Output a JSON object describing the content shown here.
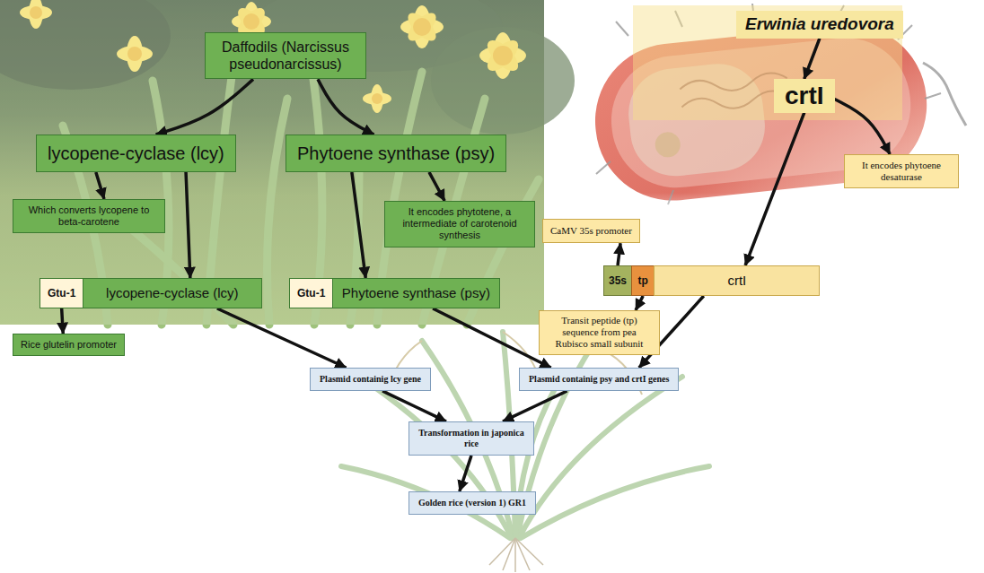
{
  "diagram": {
    "nodes": [
      {
        "text": [
          "Daffodils (Narcissus pseudonarcissus)"
        ]
      },
      {
        "text": [
          "lycopene-cyclase (lcy)"
        ]
      },
      {
        "text": [
          "Phytoene synthase (psy)"
        ]
      },
      {
        "text": [
          "Which converts lycopene to beta-carotene"
        ]
      },
      {
        "text": [
          "It encodes phytotene, a intermediate of carotenoid synthesis"
        ]
      },
      {
        "text": [
          "Gtu-1"
        ]
      },
      {
        "text": [
          "lycopene-cyclase (lcy)"
        ]
      },
      {
        "text": [
          "Gtu-1"
        ]
      },
      {
        "text": [
          "Phytoene synthase (psy)"
        ]
      },
      {
        "text": [
          "Rice glutelin promoter"
        ]
      },
      {
        "text": [
          "Erwinia uredovora"
        ]
      },
      {
        "text": [
          "crtI"
        ]
      },
      {
        "text": [
          "It encodes phytoene desaturase"
        ]
      },
      {
        "text": [
          "CaMV 35s promoter"
        ]
      },
      {
        "text": [
          "35s"
        ]
      },
      {
        "text": [
          "tp"
        ]
      },
      {
        "text": [
          "crtI"
        ]
      },
      {
        "text": [
          "Transit peptide (tp) sequence from pea Rubisco small subunit"
        ]
      },
      {
        "text": [
          "Plasmid containig lcy gene"
        ]
      },
      {
        "text": [
          "Plasmid containig psy and crtI genes"
        ]
      },
      {
        "text": [
          "Transformation in japonica rice"
        ]
      },
      {
        "text": [
          "Golden rice (version 1) GR1"
        ]
      }
    ],
    "edges": [
      {
        "from": 0,
        "to": 1,
        "arrow": "to"
      },
      {
        "from": 0,
        "to": 2,
        "arrow": "to"
      },
      {
        "from": 1,
        "to": 3,
        "arrow": "to"
      },
      {
        "from": 1,
        "to": 6,
        "arrow": "to"
      },
      {
        "from": 2,
        "to": 4,
        "arrow": "to"
      },
      {
        "from": 2,
        "to": 8,
        "arrow": "to"
      },
      {
        "from": 5,
        "to": 9,
        "arrow": "to"
      },
      {
        "from": 10,
        "to": 11,
        "arrow": "to"
      },
      {
        "from": 11,
        "to": 12,
        "arrow": "to"
      },
      {
        "from": 11,
        "to": 16,
        "arrow": "to"
      },
      {
        "from": 14,
        "to": 13,
        "arrow": "to"
      },
      {
        "from": 15,
        "to": 17,
        "arrow": "to"
      },
      {
        "from": 6,
        "to": 18,
        "arrow": "to"
      },
      {
        "from": 8,
        "to": 19,
        "arrow": "to"
      },
      {
        "from": 16,
        "to": 19,
        "arrow": "to"
      },
      {
        "from": 18,
        "to": 20,
        "arrow": "to"
      },
      {
        "from": 19,
        "to": 20,
        "arrow": "to"
      },
      {
        "from": 20,
        "to": 21,
        "arrow": "to"
      }
    ]
  }
}
